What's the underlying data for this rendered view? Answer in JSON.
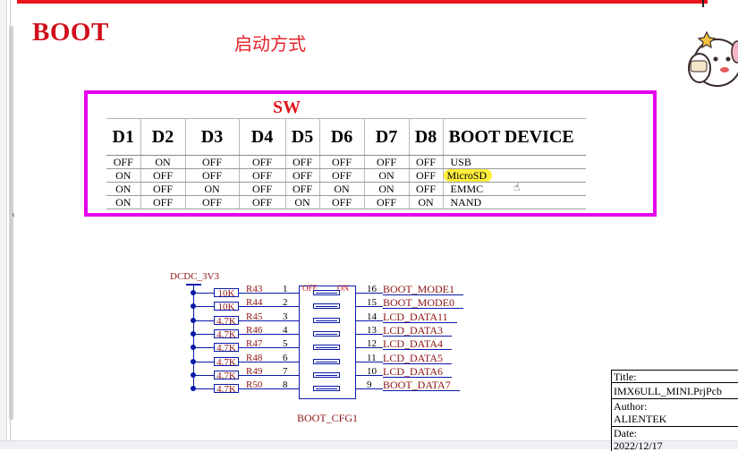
{
  "header": {
    "title": "BOOT",
    "subtitle": "启动方式"
  },
  "sw_table": {
    "title": "SW",
    "columns": [
      "D1",
      "D2",
      "D3",
      "D4",
      "D5",
      "D6",
      "D7",
      "D8",
      "BOOT DEVICE"
    ],
    "rows": [
      [
        "OFF",
        "ON",
        "OFF",
        "OFF",
        "OFF",
        "OFF",
        "OFF",
        "OFF",
        "USB"
      ],
      [
        "ON",
        "OFF",
        "OFF",
        "OFF",
        "OFF",
        "OFF",
        "ON",
        "OFF",
        "MicroSD"
      ],
      [
        "ON",
        "OFF",
        "ON",
        "OFF",
        "OFF",
        "ON",
        "ON",
        "OFF",
        "EMMC"
      ],
      [
        "ON",
        "OFF",
        "OFF",
        "OFF",
        "ON",
        "OFF",
        "OFF",
        "ON",
        "NAND"
      ]
    ],
    "highlighted_row": "MicroSD",
    "highlight_color": "#ffef3b",
    "frame_color": "#e400f0"
  },
  "schematic": {
    "power_net": "DCDC_3V3",
    "resistors": [
      {
        "ref": "R43",
        "value": "10K"
      },
      {
        "ref": "R44",
        "value": "10K"
      },
      {
        "ref": "R45",
        "value": "4.7K"
      },
      {
        "ref": "R46",
        "value": "4.7K"
      },
      {
        "ref": "R47",
        "value": "4.7K"
      },
      {
        "ref": "R48",
        "value": "4.7K"
      },
      {
        "ref": "R49",
        "value": "4.7K"
      },
      {
        "ref": "R50",
        "value": "4.7K"
      }
    ],
    "left_pins": [
      "1",
      "2",
      "3",
      "4",
      "5",
      "6",
      "7",
      "8"
    ],
    "right_pins": [
      "16",
      "15",
      "14",
      "13",
      "12",
      "11",
      "10",
      "9"
    ],
    "nets": [
      "BOOT_MODE1",
      "BOOT_MODE0",
      "LCD_DATA11",
      "LCD_DATA3",
      "LCD_DATA4",
      "LCD_DATA5",
      "LCD_DATA6",
      "BOOT_DATA7"
    ],
    "switch_off_label": "OFF",
    "switch_on_label": "ON",
    "component_name": "BOOT_CFG1"
  },
  "title_block": {
    "title_label": "Title:",
    "title_value": "IMX6ULL_MINI.PrjPcb",
    "author_label": "Author:",
    "author_value": "ALIENTEK",
    "date_label": "Date:",
    "date_value": "2022/12/17"
  },
  "colors": {
    "title_red": "#d0101b",
    "schematic_blue": "#0a1aa8",
    "net_text": "#8e1414"
  }
}
